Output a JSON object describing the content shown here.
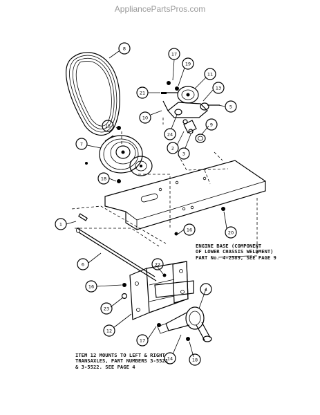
{
  "watermark": "AppliancePartsPros.com",
  "notes": {
    "engine_base": "ENGINE BASE (COMPONENT\nOF LOWER CHASSIS WELDMENT)\nPART No. 4-2589, SEE PAGE 9",
    "item12": "ITEM 12 MOUNTS TO LEFT & RIGHT\nTRANSAXLES, PART NUMBERS 3-5521\n& 3-5522. SEE PAGE 4"
  },
  "callouts": [
    "8",
    "17",
    "19",
    "11",
    "13",
    "21",
    "5",
    "10",
    "24",
    "9",
    "2",
    "3",
    "15",
    "7",
    "18",
    "1",
    "16",
    "20",
    "6",
    "22",
    "4",
    "16",
    "23",
    "12",
    "17",
    "14",
    "18"
  ]
}
